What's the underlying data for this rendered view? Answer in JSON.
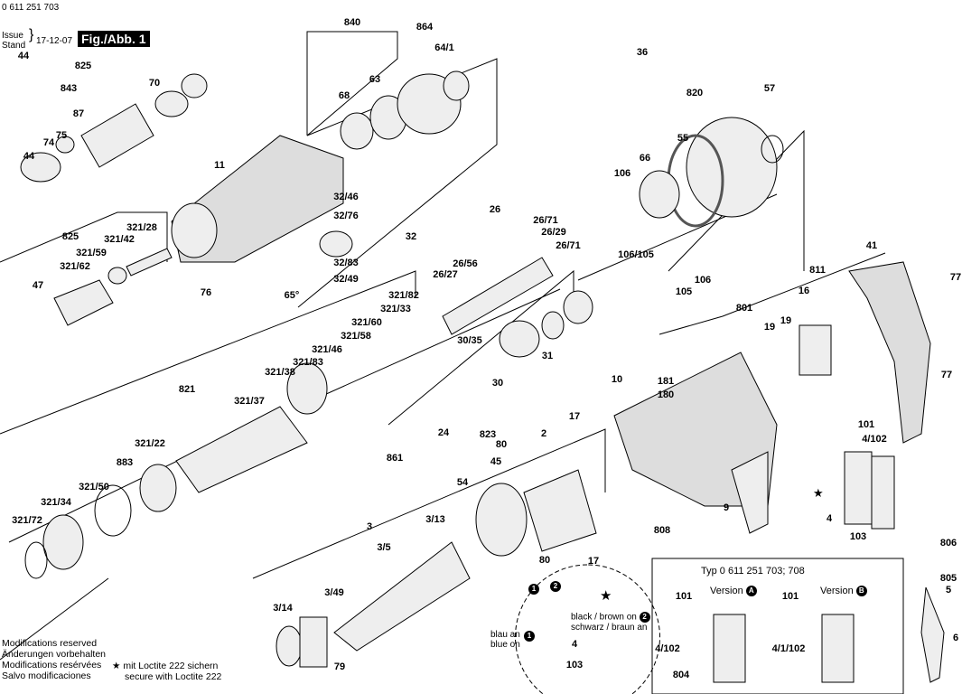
{
  "header": {
    "part_number": "0 611 251 703",
    "issue_label": "Issue",
    "stand_label": "Stand",
    "issue_date": "17-12-07",
    "figure_label": "Fig./Abb. 1"
  },
  "notes": {
    "modifications": [
      "Modifications reserved",
      "Änderungen vorbehalten",
      "Modifications resérvées",
      "Salvo modificaciones"
    ],
    "loctite_de": "mit Loctite 222 sichern",
    "loctite_en": "secure with Loctite 222",
    "star_symbol": "★"
  },
  "detail": {
    "blue_de": "blau an",
    "blue_en": "blue on",
    "black_en": "black / brown on",
    "black_de": "schwarz / braun an",
    "marker_1": "1",
    "marker_2": "2"
  },
  "version_box": {
    "type_label": "Typ 0 611 251 703; 708",
    "version_label": "Version",
    "version_a": "A",
    "version_b": "B"
  },
  "part_labels": [
    "840",
    "864",
    "64/1",
    "825",
    "843",
    "70",
    "44",
    "68",
    "63",
    "36",
    "820",
    "57",
    "87",
    "75",
    "74",
    "44",
    "11",
    "55",
    "66",
    "106",
    "26",
    "825",
    "321/28",
    "321/42",
    "321/59",
    "321/62",
    "32/46",
    "32/76",
    "32",
    "32/83",
    "32/49",
    "76",
    "65°",
    "47",
    "26/71",
    "26/29",
    "26/71",
    "26/56",
    "26/27",
    "106/105",
    "105",
    "106",
    "41",
    "77",
    "811",
    "16",
    "801",
    "19",
    "19",
    "321/82",
    "321/33",
    "321/60",
    "321/58",
    "321/46",
    "321/83",
    "321/38",
    "821",
    "321/37",
    "30/35",
    "31",
    "30",
    "181",
    "180",
    "10",
    "77",
    "24",
    "823",
    "861",
    "17",
    "2",
    "80",
    "45",
    "101",
    "4/102",
    "321/22",
    "883",
    "321/50",
    "321/34",
    "321/72",
    "54",
    "3",
    "3/13",
    "3/5",
    "808",
    "9",
    "4",
    "103",
    "80",
    "17",
    "806",
    "805",
    "5",
    "6",
    "3/49",
    "3/14",
    "79",
    "4",
    "103",
    "4/102",
    "804",
    "4/1/102",
    "101",
    "101"
  ],
  "colors": {
    "ink": "#000000",
    "part_fill": "#e6e6e6",
    "part_shade": "#9a9a9a"
  }
}
